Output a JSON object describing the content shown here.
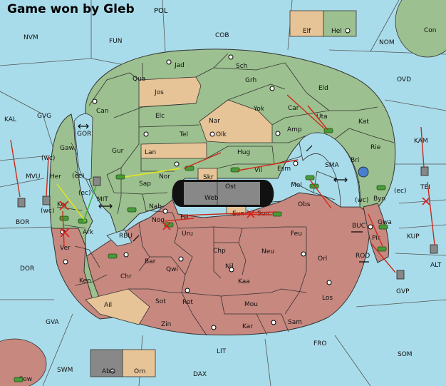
{
  "title": "Game won by Gleb",
  "power": "POL",
  "colors": {
    "sea": "#a9dcea",
    "green": "#9cc08f",
    "red": "#c7887f",
    "tan": "#e6c497",
    "grey": "#888888",
    "black": "#111111",
    "border": "#4a4a4a"
  },
  "sea_labels": [
    {
      "name": "NVM"
    },
    {
      "name": "FUN"
    },
    {
      "name": "COB"
    },
    {
      "name": "NOM"
    },
    {
      "name": "Con"
    },
    {
      "name": "OVD"
    },
    {
      "name": "KAL"
    },
    {
      "name": "GVG"
    },
    {
      "name": "GOR"
    },
    {
      "name": "MVU"
    },
    {
      "name": "MIT"
    },
    {
      "name": "KAM"
    },
    {
      "name": "SMA"
    },
    {
      "name": "TEI"
    },
    {
      "name": "BOR"
    },
    {
      "name": "RBU"
    },
    {
      "name": "BUC"
    },
    {
      "name": "KUP"
    },
    {
      "name": "DOR"
    },
    {
      "name": "ROD"
    },
    {
      "name": "ALT"
    },
    {
      "name": "GVP"
    },
    {
      "name": "GVA"
    },
    {
      "name": "FRO"
    },
    {
      "name": "SOM"
    },
    {
      "name": "LIT"
    },
    {
      "name": "SWM"
    },
    {
      "name": "DAX"
    },
    {
      "name": "Cow"
    }
  ],
  "land_labels": [
    {
      "name": "Jad"
    },
    {
      "name": "Sch"
    },
    {
      "name": "Qua"
    },
    {
      "name": "Jos"
    },
    {
      "name": "Grh"
    },
    {
      "name": "Eld"
    },
    {
      "name": "Can"
    },
    {
      "name": "Yok"
    },
    {
      "name": "Car"
    },
    {
      "name": "Uta"
    },
    {
      "name": "Elc"
    },
    {
      "name": "Nar"
    },
    {
      "name": "Tel"
    },
    {
      "name": "Olk"
    },
    {
      "name": "Amp"
    },
    {
      "name": "Kat"
    },
    {
      "name": "Gaw"
    },
    {
      "name": "Gur"
    },
    {
      "name": "Lan"
    },
    {
      "name": "Hug"
    },
    {
      "name": "Rie"
    },
    {
      "name": "Bri"
    },
    {
      "name": "Her"
    },
    {
      "name": "Nor"
    },
    {
      "name": "Vil"
    },
    {
      "name": "Esm"
    },
    {
      "name": "Sap"
    },
    {
      "name": "Skr"
    },
    {
      "name": "Ost"
    },
    {
      "name": "Web"
    },
    {
      "name": "Mel"
    },
    {
      "name": "Byn"
    },
    {
      "name": "Kor"
    },
    {
      "name": "Nab"
    },
    {
      "name": "Obs"
    },
    {
      "name": "Ark"
    },
    {
      "name": "Hil"
    },
    {
      "name": "Eun"
    },
    {
      "name": "Sun"
    },
    {
      "name": "Gwa"
    },
    {
      "name": "Nog"
    },
    {
      "name": "Uru"
    },
    {
      "name": "Feu"
    },
    {
      "name": "Pir"
    },
    {
      "name": "Ver"
    },
    {
      "name": "Chp"
    },
    {
      "name": "Neu"
    },
    {
      "name": "Bar"
    },
    {
      "name": "Qwi"
    },
    {
      "name": "Nil"
    },
    {
      "name": "Orl"
    },
    {
      "name": "Ken"
    },
    {
      "name": "Chr"
    },
    {
      "name": "Kaa"
    },
    {
      "name": "Sot"
    },
    {
      "name": "Rot"
    },
    {
      "name": "Mou"
    },
    {
      "name": "Los"
    },
    {
      "name": "Ail"
    },
    {
      "name": "Zin"
    },
    {
      "name": "Kar"
    },
    {
      "name": "Sam"
    },
    {
      "name": "Elf"
    },
    {
      "name": "Hel"
    },
    {
      "name": "Aba"
    },
    {
      "name": "Orn"
    }
  ],
  "coast_notes": [
    "(wc)",
    "(ec)",
    "(ec)",
    "(wc)",
    "(wc)",
    "(ec)"
  ]
}
